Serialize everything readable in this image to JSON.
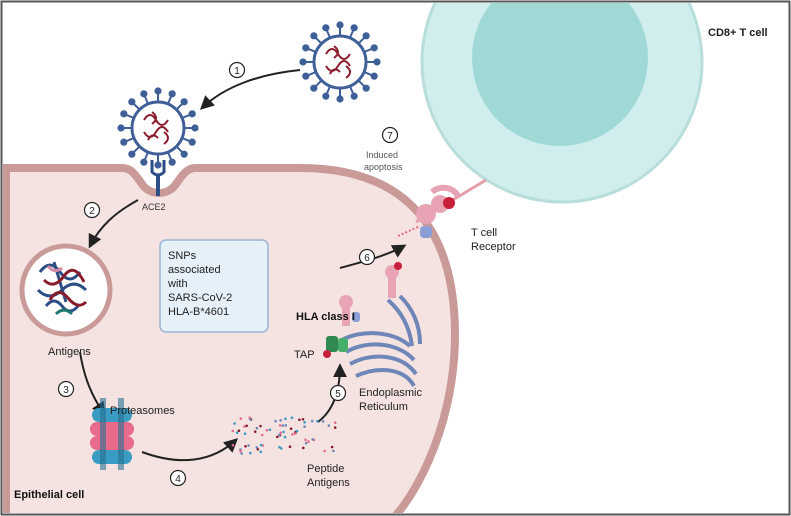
{
  "labels": {
    "cd8_t_cell": "CD8+ T cell",
    "ace2": "ACE2",
    "antigens": "Antigens",
    "proteasomes": "Proteasomes",
    "epithelial_cell": "Epithelial cell",
    "peptide_line1": "Peptide",
    "peptide_line2": "Antigens",
    "tap": "TAP",
    "hla_class_i": "HLA class I",
    "er_line1": "Endoplasmic",
    "er_line2": "Reticulum",
    "tcr_line1": "T cell",
    "tcr_line2": "Receptor",
    "apoptosis_line1": "Induced",
    "apoptosis_line2": "apoptosis"
  },
  "snp_box": {
    "line1": "SNPs",
    "line2": "associated",
    "line3": "with",
    "line4": "SARS-CoV-2",
    "line5": "HLA-B*4601"
  },
  "steps": [
    "1",
    "2",
    "3",
    "4",
    "5",
    "6",
    "7"
  ],
  "colors": {
    "cell_fill": "#f4e3e1",
    "cell_border": "#c99a98",
    "tcell_outer": "#cfeeed",
    "tcell_inner": "#9fd8d5",
    "virus_spike": "#3f5f98",
    "virus_rna": "#8a1b2a",
    "hla": "#e8a4b4",
    "er": "#6f86b8",
    "box_fill": "#e6f0f8",
    "box_border": "#9ab4d2"
  }
}
